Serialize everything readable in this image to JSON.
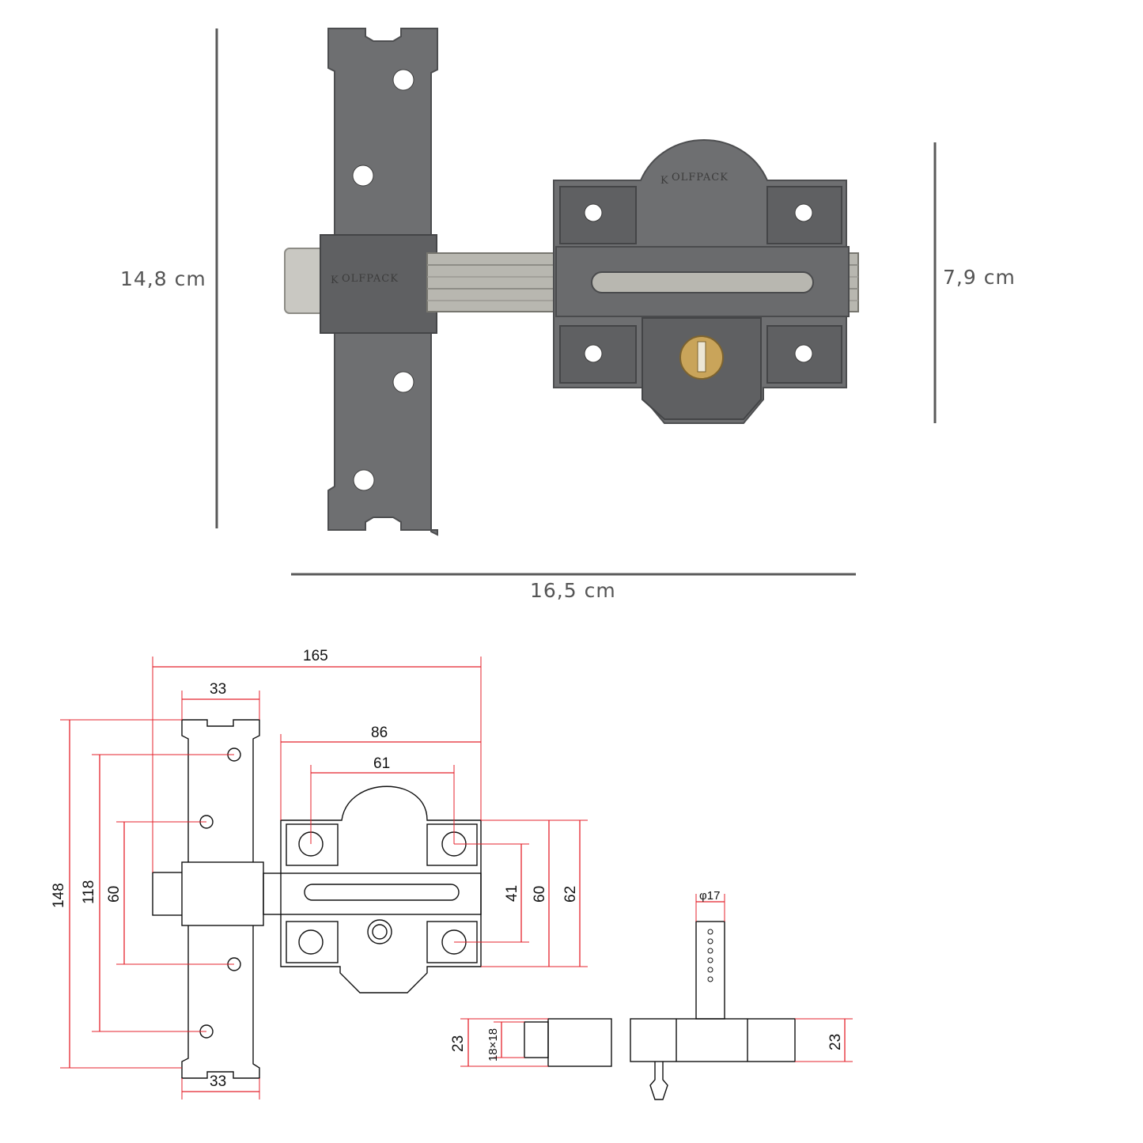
{
  "photo": {
    "brand_text": "OLFPACK",
    "dimensions": {
      "height": "14,8 cm",
      "width": "16,5 cm",
      "body_height": "7,9 cm"
    },
    "colors": {
      "body": "#6e6f71",
      "bolt": "#b8b7b0",
      "cylinder": "#c9a45a",
      "dimension_line": "#5a5a5a"
    }
  },
  "drawing": {
    "dimensions": {
      "total_width": "165",
      "plate_width_top": "33",
      "plate_width_bottom": "33",
      "body_width": "86",
      "hole_spacing_h": "61",
      "total_height": "148",
      "hole_spacing_118": "118",
      "hole_spacing_60_left": "60",
      "hole_spacing_41": "41",
      "hole_spacing_60_right": "60",
      "body_height": "62",
      "bolt_diameter": "φ17",
      "side_height_left": "23",
      "bolt_section": "18×18",
      "side_height_right": "23"
    },
    "colors": {
      "dimension": "#e4232c",
      "outline": "#111111"
    }
  }
}
